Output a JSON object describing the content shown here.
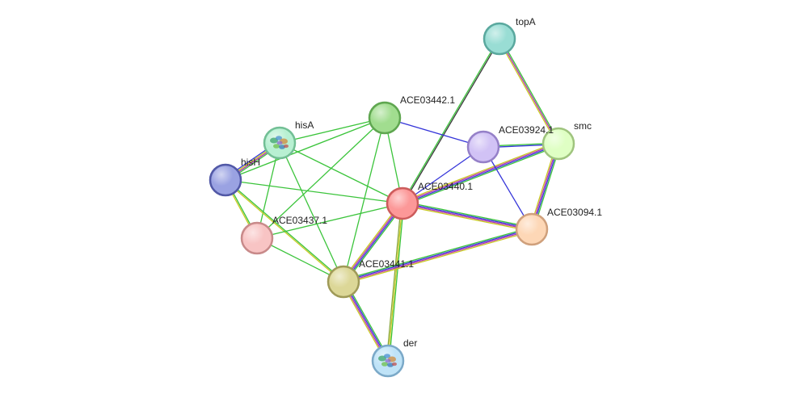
{
  "network": {
    "nodes": [
      {
        "id": "topA",
        "label": "topA",
        "fill": "#99ddd4",
        "stroke": "#5aa89e",
        "structure": false
      },
      {
        "id": "smc",
        "label": "smc",
        "fill": "#dfffc4",
        "stroke": "#9fc47e",
        "structure": false
      },
      {
        "id": "ACE03924",
        "label": "ACE03924.1",
        "fill": "#d1c2f5",
        "stroke": "#9580c8",
        "structure": false
      },
      {
        "id": "ACE03442",
        "label": "ACE03442.1",
        "fill": "#a1dd8f",
        "stroke": "#5fa650",
        "structure": false
      },
      {
        "id": "hisA",
        "label": "hisA",
        "fill": "#b8f0d2",
        "stroke": "#72bf95",
        "structure": true
      },
      {
        "id": "hisH",
        "label": "hisH",
        "fill": "#9aa2e2",
        "stroke": "#5158a6",
        "structure": false
      },
      {
        "id": "ACE03440",
        "label": "ACE03440.1",
        "fill": "#fc9898",
        "stroke": "#cc5c5c",
        "structure": false
      },
      {
        "id": "ACE03437",
        "label": "ACE03437.1",
        "fill": "#f8c4c4",
        "stroke": "#c88a8a",
        "structure": false
      },
      {
        "id": "ACE03094",
        "label": "ACE03094.1",
        "fill": "#fdd7b6",
        "stroke": "#cfa07c",
        "structure": false
      },
      {
        "id": "ACE03441",
        "label": "ACE03441.1",
        "fill": "#dcd797",
        "stroke": "#9f9a58",
        "structure": false
      },
      {
        "id": "der",
        "label": "der",
        "fill": "#bfe3f7",
        "stroke": "#7ba9c8",
        "structure": true
      }
    ],
    "edge_colors": {
      "green": "#3bc43b",
      "blue": "#3535d9",
      "purple": "#b030b0",
      "yellow": "#c8c820",
      "black": "#3a3a3a",
      "olive": "#8aa83a"
    },
    "edges": [
      {
        "source": "topA",
        "target": "smc",
        "evidence": [
          "green",
          "purple",
          "yellow"
        ]
      },
      {
        "source": "topA",
        "target": "ACE03440",
        "evidence": [
          "black",
          "green"
        ]
      },
      {
        "source": "smc",
        "target": "ACE03924",
        "evidence": [
          "blue",
          "green"
        ]
      },
      {
        "source": "smc",
        "target": "ACE03094",
        "evidence": [
          "green",
          "blue",
          "purple",
          "yellow"
        ]
      },
      {
        "source": "smc",
        "target": "ACE03440",
        "evidence": [
          "green",
          "blue",
          "purple",
          "yellow"
        ]
      },
      {
        "source": "ACE03924",
        "target": "ACE03442",
        "evidence": [
          "blue"
        ]
      },
      {
        "source": "ACE03924",
        "target": "ACE03440",
        "evidence": [
          "blue"
        ]
      },
      {
        "source": "ACE03924",
        "target": "ACE03094",
        "evidence": [
          "blue"
        ]
      },
      {
        "source": "ACE03442",
        "target": "hisA",
        "evidence": [
          "green"
        ]
      },
      {
        "source": "ACE03442",
        "target": "hisH",
        "evidence": [
          "green"
        ]
      },
      {
        "source": "ACE03442",
        "target": "ACE03440",
        "evidence": [
          "green"
        ]
      },
      {
        "source": "ACE03442",
        "target": "ACE03437",
        "evidence": [
          "green"
        ]
      },
      {
        "source": "ACE03442",
        "target": "ACE03441",
        "evidence": [
          "green"
        ]
      },
      {
        "source": "hisA",
        "target": "hisH",
        "evidence": [
          "green",
          "purple",
          "yellow",
          "blue"
        ]
      },
      {
        "source": "hisA",
        "target": "ACE03440",
        "evidence": [
          "green"
        ]
      },
      {
        "source": "hisA",
        "target": "ACE03437",
        "evidence": [
          "green"
        ]
      },
      {
        "source": "hisA",
        "target": "ACE03441",
        "evidence": [
          "green"
        ]
      },
      {
        "source": "hisH",
        "target": "ACE03440",
        "evidence": [
          "green"
        ]
      },
      {
        "source": "hisH",
        "target": "ACE03437",
        "evidence": [
          "green",
          "yellow"
        ]
      },
      {
        "source": "hisH",
        "target": "ACE03441",
        "evidence": [
          "green",
          "yellow"
        ]
      },
      {
        "source": "ACE03440",
        "target": "ACE03437",
        "evidence": [
          "green"
        ]
      },
      {
        "source": "ACE03440",
        "target": "ACE03094",
        "evidence": [
          "green",
          "blue",
          "purple",
          "yellow"
        ]
      },
      {
        "source": "ACE03440",
        "target": "ACE03441",
        "evidence": [
          "green",
          "blue",
          "purple",
          "yellow"
        ]
      },
      {
        "source": "ACE03440",
        "target": "der",
        "evidence": [
          "green",
          "yellow",
          "olive"
        ]
      },
      {
        "source": "ACE03437",
        "target": "ACE03441",
        "evidence": [
          "green"
        ]
      },
      {
        "source": "ACE03441",
        "target": "ACE03094",
        "evidence": [
          "green",
          "blue",
          "purple",
          "yellow"
        ]
      },
      {
        "source": "ACE03441",
        "target": "der",
        "evidence": [
          "green",
          "blue",
          "purple",
          "yellow"
        ]
      }
    ]
  }
}
